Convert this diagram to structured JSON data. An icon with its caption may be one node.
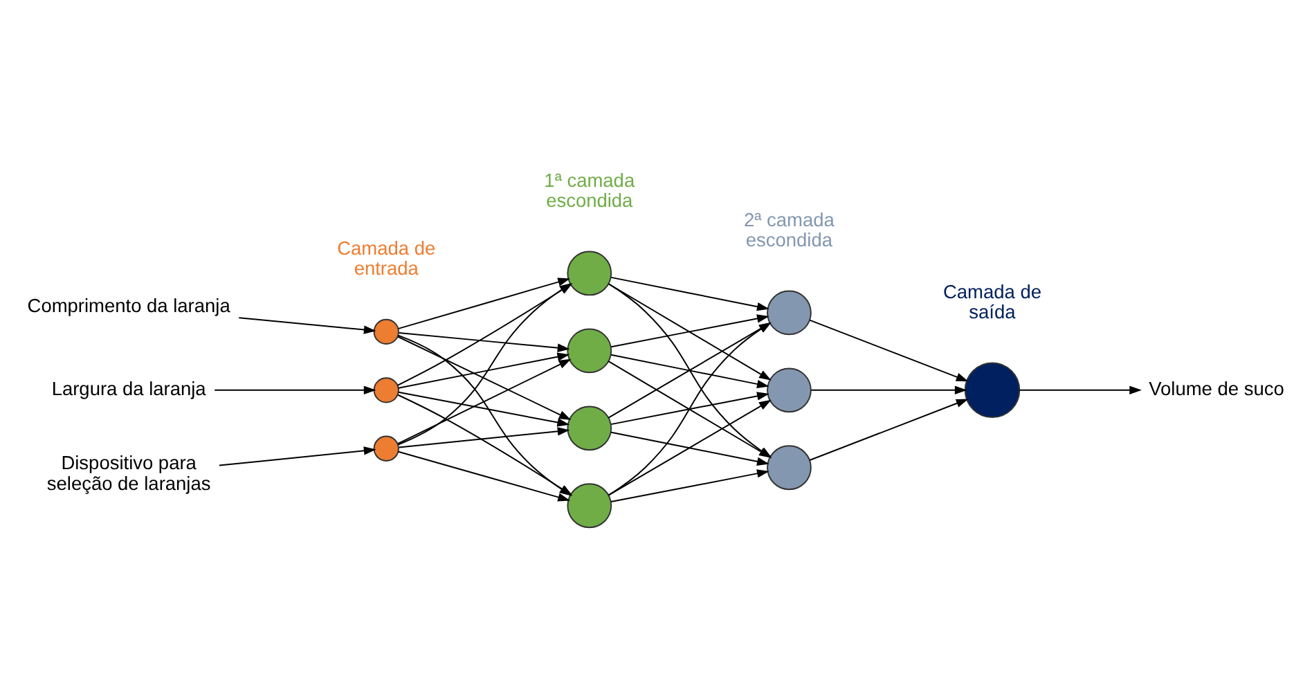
{
  "diagram": {
    "nodes": [
      {
        "text": [
          "Comprimento da laranja"
        ]
      },
      {
        "text": [
          "Largura da laranja"
        ]
      },
      {
        "text": [
          "Dispositivo para seleção de laranjas"
        ]
      },
      {
        "text": [],
        "shape": "circle"
      },
      {
        "text": [],
        "shape": "circle"
      },
      {
        "text": [],
        "shape": "circle"
      },
      {
        "text": [],
        "shape": "circle"
      },
      {
        "text": [],
        "shape": "circle"
      },
      {
        "text": [],
        "shape": "circle"
      },
      {
        "text": [],
        "shape": "circle"
      },
      {
        "text": [],
        "shape": "circle"
      },
      {
        "text": [],
        "shape": "circle"
      },
      {
        "text": [],
        "shape": "circle"
      },
      {
        "text": [],
        "shape": "circle"
      },
      {
        "text": [
          "Volume de suco"
        ]
      }
    ],
    "edges": [
      {
        "from": 0,
        "to": 3,
        "arrow": "to"
      },
      {
        "from": 1,
        "to": 4,
        "arrow": "to"
      },
      {
        "from": 2,
        "to": 5,
        "arrow": "to"
      },
      {
        "from": 3,
        "to": 6,
        "arrow": "to"
      },
      {
        "from": 3,
        "to": 7,
        "arrow": "to"
      },
      {
        "from": 3,
        "to": 8,
        "arrow": "to"
      },
      {
        "from": 3,
        "to": 9,
        "arrow": "to"
      },
      {
        "from": 4,
        "to": 6,
        "arrow": "to"
      },
      {
        "from": 4,
        "to": 7,
        "arrow": "to"
      },
      {
        "from": 4,
        "to": 8,
        "arrow": "to"
      },
      {
        "from": 4,
        "to": 9,
        "arrow": "to"
      },
      {
        "from": 5,
        "to": 6,
        "arrow": "to"
      },
      {
        "from": 5,
        "to": 7,
        "arrow": "to"
      },
      {
        "from": 5,
        "to": 8,
        "arrow": "to"
      },
      {
        "from": 5,
        "to": 9,
        "arrow": "to"
      },
      {
        "from": 6,
        "to": 10,
        "arrow": "to"
      },
      {
        "from": 6,
        "to": 11,
        "arrow": "to"
      },
      {
        "from": 6,
        "to": 12,
        "arrow": "to"
      },
      {
        "from": 7,
        "to": 10,
        "arrow": "to"
      },
      {
        "from": 7,
        "to": 11,
        "arrow": "to"
      },
      {
        "from": 7,
        "to": 12,
        "arrow": "to"
      },
      {
        "from": 8,
        "to": 10,
        "arrow": "to"
      },
      {
        "from": 8,
        "to": 11,
        "arrow": "to"
      },
      {
        "from": 8,
        "to": 12,
        "arrow": "to"
      },
      {
        "from": 9,
        "to": 10,
        "arrow": "to"
      },
      {
        "from": 9,
        "to": 11,
        "arrow": "to"
      },
      {
        "from": 9,
        "to": 12,
        "arrow": "to"
      },
      {
        "from": 10,
        "to": 13,
        "arrow": "to"
      },
      {
        "from": 11,
        "to": 13,
        "arrow": "to"
      },
      {
        "from": 12,
        "to": 13,
        "arrow": "to"
      },
      {
        "from": 13,
        "to": 14,
        "arrow": "to"
      }
    ],
    "labels": [
      "Camada de saída",
      "Camada de entrada",
      "1ª camada escondida",
      "2ª camada escondida"
    ]
  }
}
